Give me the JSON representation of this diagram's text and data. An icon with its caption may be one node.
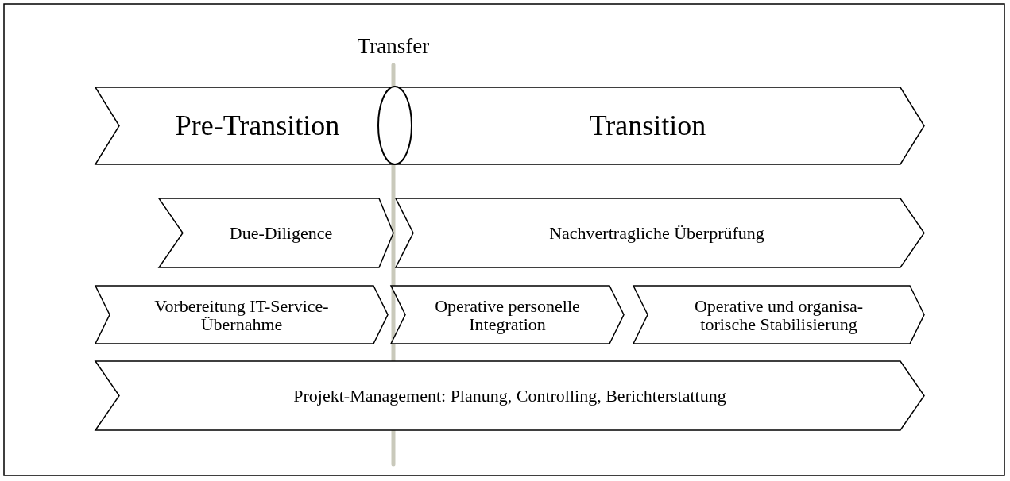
{
  "diagram": {
    "nodes": [
      {
        "text": [
          "Pre-Transition"
        ]
      },
      {
        "text": [],
        "shape": "ellipse"
      },
      {
        "text": [
          "Transition"
        ]
      },
      {
        "text": [
          "Due-Diligence"
        ]
      },
      {
        "text": [
          "Nachvertragliche Überprüfung"
        ]
      },
      {
        "text": [
          "Vorbereitung IT-Service-Übernahme"
        ]
      },
      {
        "text": [
          "Operative personelle Integration"
        ]
      },
      {
        "text": [
          "Operative und organisa-torische Stabilisierung"
        ]
      },
      {
        "text": [
          "Projekt-Management: Planung, Controlling, Berichterstattung"
        ]
      }
    ],
    "labels": [
      "Transfer"
    ]
  }
}
